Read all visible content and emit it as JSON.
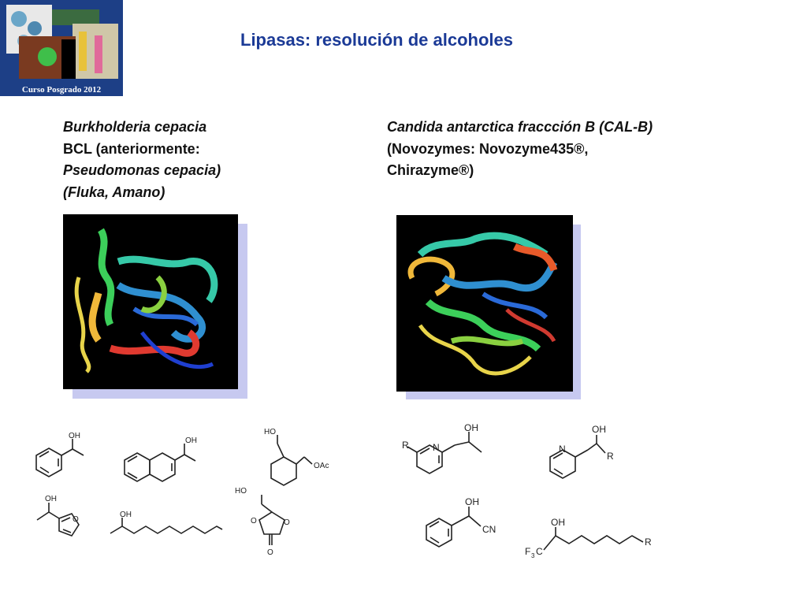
{
  "logo": {
    "caption": "Curso Posgrado 2012",
    "icon": "course-collage-logo"
  },
  "title": "Lipasas: resolución  de alcoholes",
  "left_enzyme": {
    "line1": "Burkholderia cepacia",
    "line2": "BCL (anteriormente:",
    "line3": "Pseudomonas cepacia)",
    "line4": "(Fluka, Amano)",
    "image_icon": "protein-ribbon-structure-bcl"
  },
  "right_enzyme": {
    "line1": "Candida antarctica fraccción B (CAL-B)",
    "line2": "(Novozymes: Novozyme435®,",
    "line3": "Chirazyme®)",
    "image_icon": "protein-ribbon-structure-calb"
  },
  "structure_labels": {
    "oh": "OH",
    "oac": "OAc",
    "ho": "HO",
    "o": "O",
    "n": "N",
    "r": "R",
    "cn": "CN",
    "f": "F",
    "three": "3",
    "c": "C"
  },
  "colors": {
    "title": "#1b3a96",
    "logo_bg": "#1d3f86",
    "image_shadow": "#c7c9f0"
  }
}
